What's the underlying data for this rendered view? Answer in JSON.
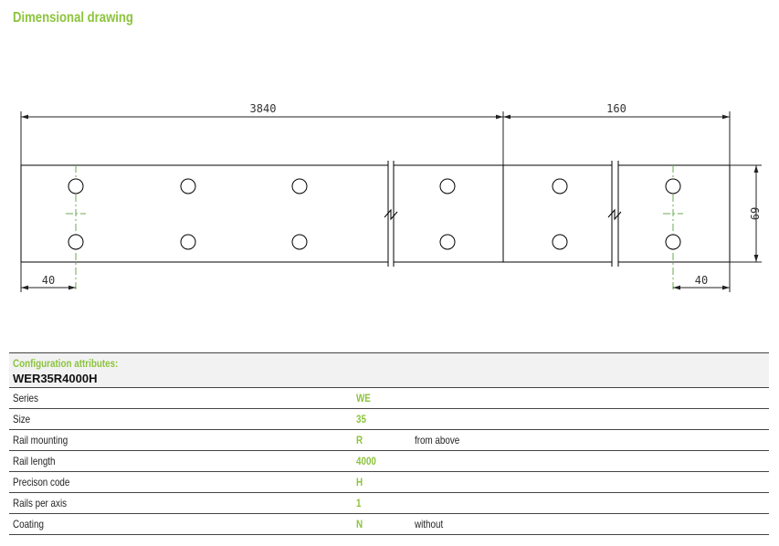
{
  "page": {
    "title": "Dimensional drawing"
  },
  "drawing": {
    "dimensions": {
      "length_segment": "3840",
      "end_segment": "160",
      "height": "69",
      "left_offset": "40",
      "right_offset": "40"
    },
    "colors": {
      "line": "#000000",
      "centerline": "#6aa84f",
      "dim": "#333333"
    }
  },
  "config": {
    "label": "Configuration attributes:",
    "code": "WER35R4000H",
    "rows": [
      {
        "label": "Series",
        "value": "WE",
        "desc": ""
      },
      {
        "label": "Size",
        "value": "35",
        "desc": ""
      },
      {
        "label": "Rail mounting",
        "value": "R",
        "desc": "from above"
      },
      {
        "label": "Rail length",
        "value": "4000",
        "desc": ""
      },
      {
        "label": "Precison code",
        "value": "H",
        "desc": ""
      },
      {
        "label": "Rails per axis",
        "value": "1",
        "desc": ""
      },
      {
        "label": "Coating",
        "value": "N",
        "desc": "without"
      }
    ]
  },
  "theme": {
    "accent": "#8cc43c"
  }
}
